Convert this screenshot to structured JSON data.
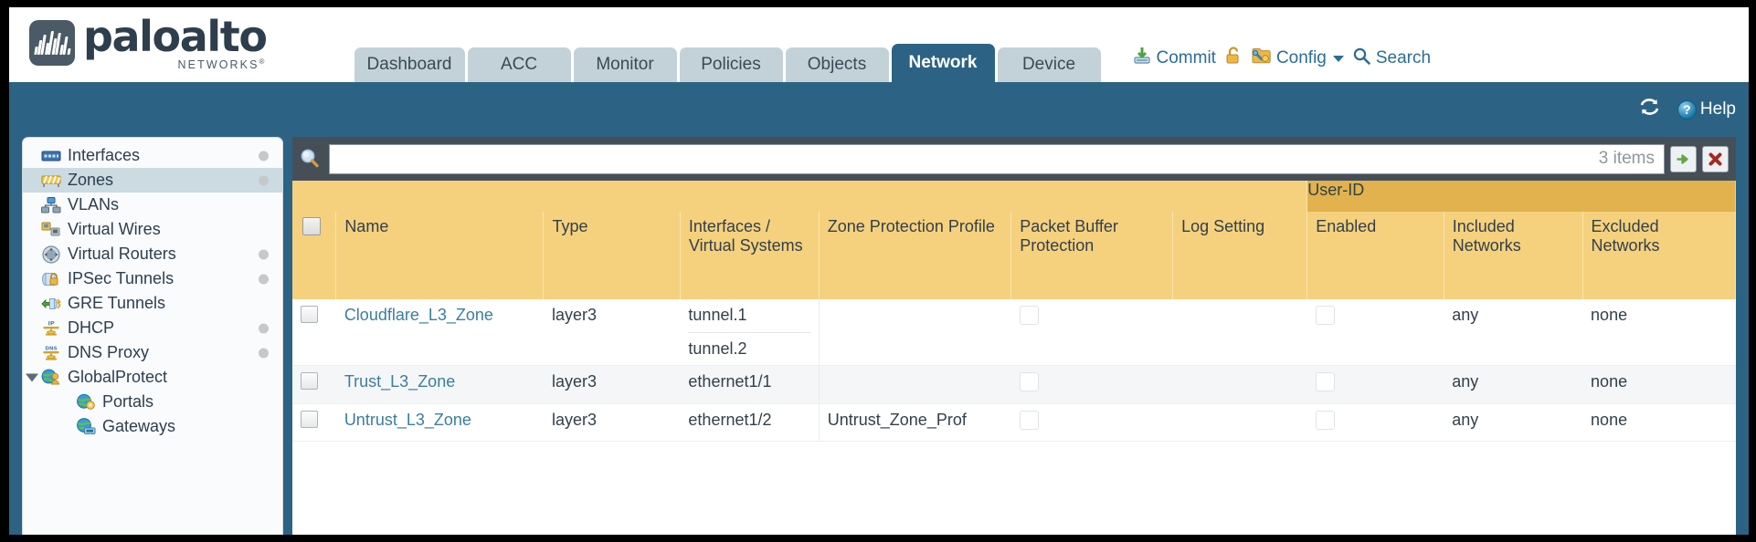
{
  "brand": {
    "name": "paloalto",
    "sub": "NETWORKS",
    "sup": "®"
  },
  "nav": {
    "tabs": [
      {
        "label": "Dashboard",
        "active": false
      },
      {
        "label": "ACC",
        "active": false
      },
      {
        "label": "Monitor",
        "active": false
      },
      {
        "label": "Policies",
        "active": false
      },
      {
        "label": "Objects",
        "active": false
      },
      {
        "label": "Network",
        "active": true
      },
      {
        "label": "Device",
        "active": false
      }
    ],
    "actions": [
      {
        "label": "Commit",
        "icon": "commit-icon"
      },
      {
        "label": "",
        "icon": "unlock-icon"
      },
      {
        "label": "Config",
        "icon": "config-icon",
        "caret": true
      },
      {
        "label": "Search",
        "icon": "search-icon"
      }
    ]
  },
  "subbar": {
    "refresh_icon": "refresh-icon",
    "help_label": "Help",
    "help_icon": "help-icon"
  },
  "sidebar": {
    "items": [
      {
        "label": "Interfaces",
        "icon": "interfaces-icon",
        "dot": true,
        "selected": false,
        "child": false,
        "expander": false
      },
      {
        "label": "Zones",
        "icon": "zones-icon",
        "dot": true,
        "selected": true,
        "child": false,
        "expander": false
      },
      {
        "label": "VLANs",
        "icon": "vlans-icon",
        "dot": false,
        "selected": false,
        "child": false,
        "expander": false
      },
      {
        "label": "Virtual Wires",
        "icon": "virtual-wires-icon",
        "dot": false,
        "selected": false,
        "child": false,
        "expander": false
      },
      {
        "label": "Virtual Routers",
        "icon": "virtual-routers-icon",
        "dot": true,
        "selected": false,
        "child": false,
        "expander": false
      },
      {
        "label": "IPSec Tunnels",
        "icon": "ipsec-tunnels-icon",
        "dot": true,
        "selected": false,
        "child": false,
        "expander": false
      },
      {
        "label": "GRE Tunnels",
        "icon": "gre-tunnels-icon",
        "dot": false,
        "selected": false,
        "child": false,
        "expander": false
      },
      {
        "label": "DHCP",
        "icon": "dhcp-icon",
        "dot": true,
        "selected": false,
        "child": false,
        "expander": false
      },
      {
        "label": "DNS Proxy",
        "icon": "dns-proxy-icon",
        "dot": true,
        "selected": false,
        "child": false,
        "expander": false
      },
      {
        "label": "GlobalProtect",
        "icon": "globalprotect-icon",
        "dot": false,
        "selected": false,
        "child": false,
        "expander": true
      },
      {
        "label": "Portals",
        "icon": "portals-icon",
        "dot": false,
        "selected": false,
        "child": true,
        "expander": false
      },
      {
        "label": "Gateways",
        "icon": "gateways-icon",
        "dot": false,
        "selected": false,
        "child": true,
        "expander": false
      }
    ]
  },
  "search": {
    "value": "",
    "placeholder": "",
    "item_count": "3 items",
    "apply_icon": "apply-filter-icon",
    "clear_icon": "clear-filter-icon",
    "magnifier_icon": "search-icon"
  },
  "table": {
    "group_header": {
      "label": "User-ID"
    },
    "columns": [
      {
        "key": "select",
        "label": "",
        "width": 40
      },
      {
        "key": "name",
        "label": "Name",
        "width": 190
      },
      {
        "key": "type",
        "label": "Type",
        "width": 125
      },
      {
        "key": "ifaces",
        "label": "Interfaces / Virtual Systems",
        "width": 127
      },
      {
        "key": "zpp",
        "label": "Zone Protection Profile",
        "width": 176
      },
      {
        "key": "pbp",
        "label": "Packet Buffer Protection",
        "width": 148
      },
      {
        "key": "logset",
        "label": "Log Setting",
        "width": 123
      },
      {
        "key": "enabled",
        "label": "Enabled",
        "width": 125
      },
      {
        "key": "incl",
        "label": "Included Networks",
        "width": 127
      },
      {
        "key": "excl",
        "label": "Excluded Networks",
        "width": 140
      }
    ],
    "rows": [
      {
        "selected": false,
        "name": "Cloudflare_L3_Zone",
        "type": "layer3",
        "interfaces": [
          "tunnel.1",
          "tunnel.2"
        ],
        "zone_protection_profile": "",
        "packet_buffer_protection": false,
        "log_setting": "",
        "userid_enabled": false,
        "included_networks": "any",
        "excluded_networks": "none"
      },
      {
        "selected": false,
        "name": "Trust_L3_Zone",
        "type": "layer3",
        "interfaces": [
          "ethernet1/1"
        ],
        "zone_protection_profile": "",
        "packet_buffer_protection": false,
        "log_setting": "",
        "userid_enabled": false,
        "included_networks": "any",
        "excluded_networks": "none"
      },
      {
        "selected": false,
        "name": "Untrust_L3_Zone",
        "type": "layer3",
        "interfaces": [
          "ethernet1/2"
        ],
        "zone_protection_profile": "Untrust_Zone_Prof",
        "packet_buffer_protection": false,
        "log_setting": "",
        "userid_enabled": false,
        "included_networks": "any",
        "excluded_networks": "none"
      }
    ]
  },
  "colors": {
    "brand_blue": "#2c6384",
    "tab_inactive": "#c3d2d8",
    "header_yellow": "#f5d17e",
    "group_yellow": "#e1b24d",
    "link_blue": "#3a7f9c",
    "panel_dark": "#464f58"
  }
}
